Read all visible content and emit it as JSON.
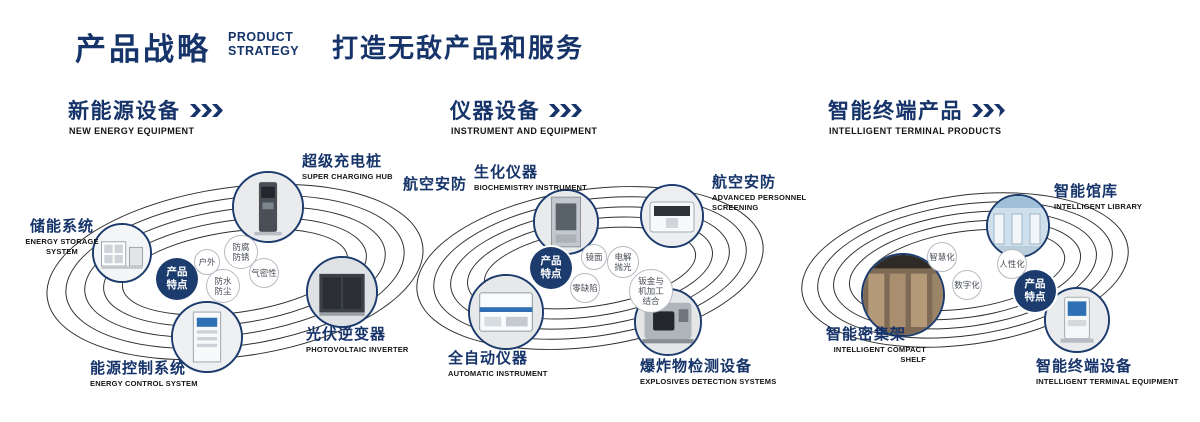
{
  "header": {
    "title_zh": "产品战略",
    "title_en1": "PRODUCT",
    "title_en2": "STRATEGY",
    "slogan": "打造无敌产品和服务"
  },
  "badge_label": "产品特点",
  "colors": {
    "navy": "#16346a",
    "ink": "#141414"
  },
  "sections": [
    {
      "title_zh": "新能源设备",
      "title_en": "NEW ENERGY EQUIPMENT",
      "nodes": [
        {
          "zh": "储能系统",
          "en": "ENERGY STORAGE SYSTEM",
          "image": "energy-storage-cabinets"
        },
        {
          "zh": "超级充电桩",
          "en": "SUPER CHARGING HUB",
          "image": "charging-pile"
        },
        {
          "zh": "光伏逆变器",
          "en": "PHOTOVOLTAIC INVERTER",
          "image": "inverter-cabinet"
        },
        {
          "zh": "能源控制系统",
          "en": "ENERGY CONTROL SYSTEM",
          "image": "control-cabinet"
        }
      ],
      "bubbles": [
        "户外",
        "防腐防锈",
        "防水防尘",
        "气密性"
      ]
    },
    {
      "title_zh": "仪器设备",
      "title_en": "INSTRUMENT AND EQUIPMENT",
      "extra_label": "航空安防",
      "nodes": [
        {
          "zh": "生化仪器",
          "en": "BIOCHEMISTRY INSTRUMENT",
          "image": "biochemistry-analyzer"
        },
        {
          "zh": "航空安防",
          "en": "ADVANCED PERSONNEL SCREENING",
          "image": "personnel-screening-machine"
        },
        {
          "zh": "全自动仪器",
          "en": "AUTOMATIC INSTRUMENT",
          "image": "automatic-instrument"
        },
        {
          "zh": "爆炸物检测设备",
          "en": "EXPLOSIVES DETECTION SYSTEMS",
          "image": "explosives-detection-scanner"
        }
      ],
      "bubbles": [
        "镜面",
        "电解抛光",
        "零缺陷",
        "钣金与机加工结合"
      ]
    },
    {
      "title_zh": "智能终端产品",
      "title_en": "INTELLIGENT TERMINAL PRODUCTS",
      "nodes": [
        {
          "zh": "智能馆库",
          "en": "INTELLIGENT LIBRARY",
          "image": "intelligent-library-room"
        },
        {
          "zh": "智能密集架",
          "en": "INTELLIGENT COMPACT SHELF",
          "image": "compact-shelf"
        },
        {
          "zh": "智能终端设备",
          "en": "INTELLIGENT TERMINAL EQUIPMENT",
          "image": "terminal-kiosk"
        }
      ],
      "bubbles": [
        "智慧化",
        "人性化",
        "数字化"
      ]
    }
  ]
}
